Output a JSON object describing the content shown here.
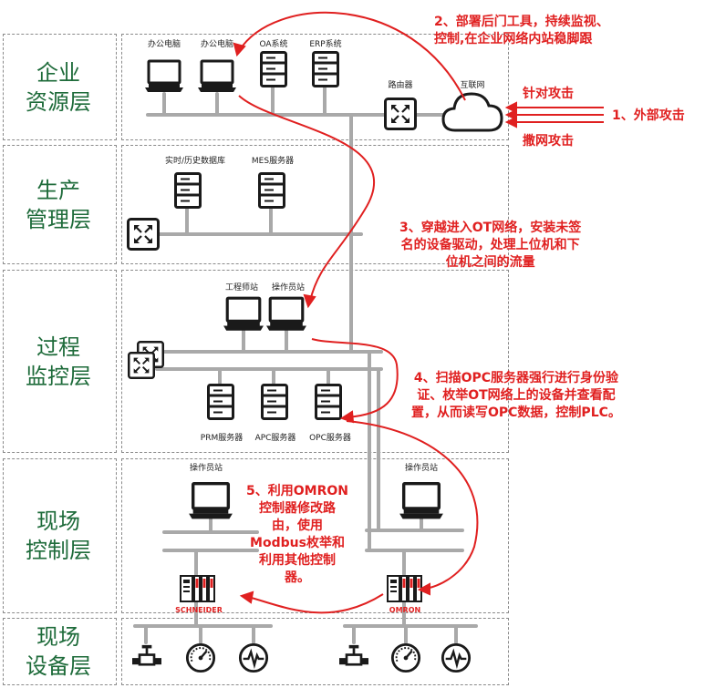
{
  "layers": [
    {
      "label": "企业\n资源层"
    },
    {
      "label": "生产\n管理层"
    },
    {
      "label": "过程\n监控层"
    },
    {
      "label": "现场\n控制层"
    },
    {
      "label": "现场\n设备层"
    }
  ],
  "nodes": {
    "office_pc_1": "办公电脑",
    "office_pc_2": "办公电脑",
    "oa_system": "OA系统",
    "erp_system": "ERP系统",
    "router": "路由器",
    "internet": "互联网",
    "historian_db": "实时/历史数据库",
    "mes_server": "MES服务器",
    "engineer_station": "工程师站",
    "operator_station": "操作员站",
    "prm_server": "PRM服务器",
    "apc_server": "APC服务器",
    "opc_server": "OPC服务器",
    "field_operator_left": "操作员站",
    "field_operator_right": "操作员站",
    "plc_left_brand": "SCHNEIDER",
    "plc_right_brand": "OMRON"
  },
  "annotations": {
    "a1": "1、外部攻击",
    "targeted": "针对攻击",
    "dragnet": "撒网攻击",
    "a2": "2、部署后门工具，持续监视、\n控制,在企业网络内站稳脚跟",
    "a3": "3、穿越进入OT网络，安装未签\n名的设备驱动，处理上位机和下\n位机之间的流量",
    "a4": "4、扫描OPC服务器强行进行身份验\n证、枚举OT网络上的设备并查看配\n置，从而读写OPC数据，控制PLC。",
    "a5": "5、利用OMRON\n控制器修改路\n由，使用\nModbus枚举和\n利用其他控制\n器。"
  },
  "colors": {
    "layer_text": "#1e6b3a",
    "attack": "#e02020",
    "bus": "#a9a9a9",
    "device": "#1a1a1a"
  }
}
